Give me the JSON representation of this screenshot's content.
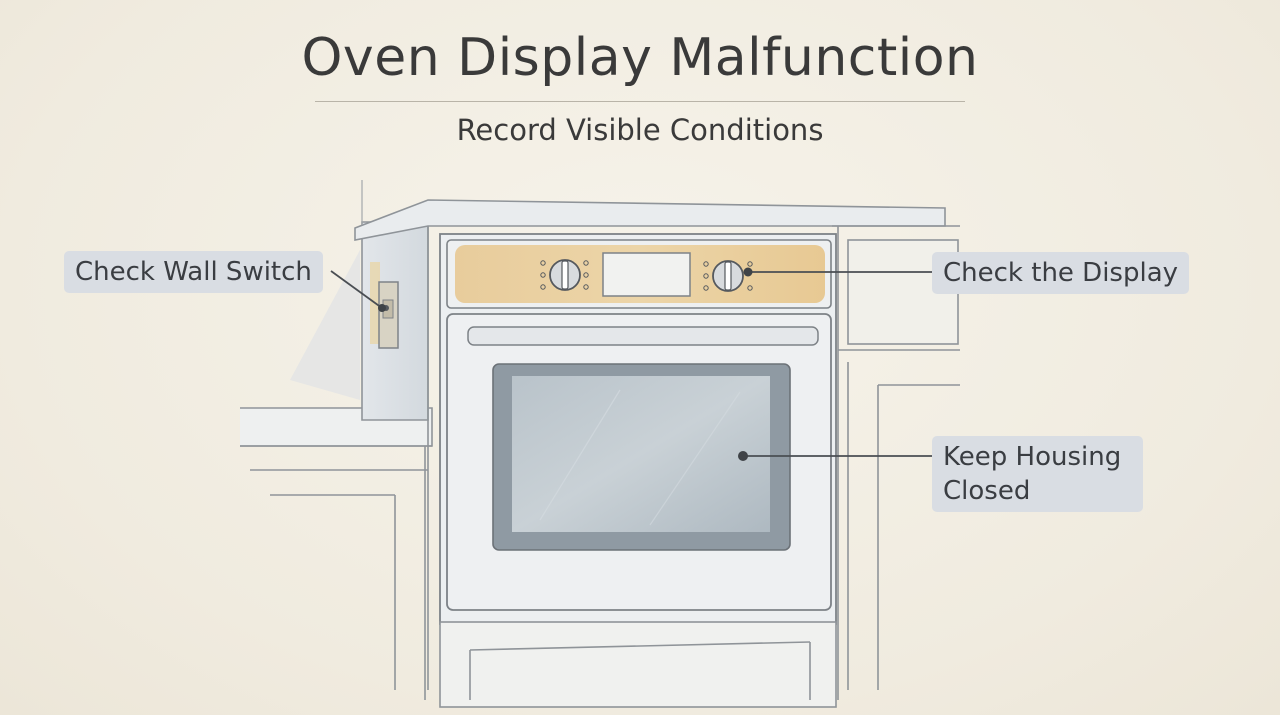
{
  "title": "Oven Display Malfunction",
  "subtitle": "Record Visible Conditions",
  "callouts": {
    "wall_switch": "Check Wall Switch",
    "display": "Check the Display",
    "housing": "Keep Housing Closed"
  },
  "colors": {
    "background": "#f3efe5",
    "control_panel_highlight": "#e9c98d",
    "callout_fill": "#d9dde3",
    "ink": "#3a3a3a"
  }
}
